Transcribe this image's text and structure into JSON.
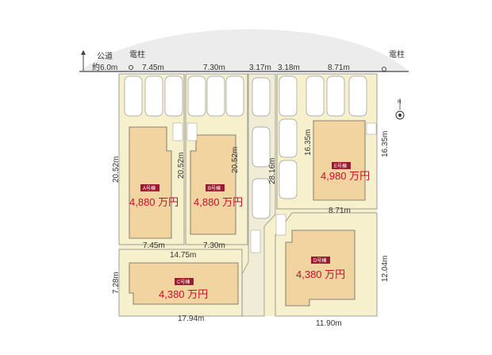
{
  "road": {
    "name": "公道",
    "width": "約6.0m"
  },
  "poles": [
    {
      "label": "電柱"
    },
    {
      "label": "電柱"
    }
  ],
  "compass": {
    "north": "N"
  },
  "lots": [
    {
      "id": "A",
      "tag": "A号棟",
      "price": "4,880 万円"
    },
    {
      "id": "B",
      "tag": "B号棟",
      "price": "4,880 万円"
    },
    {
      "id": "C",
      "tag": "C号棟",
      "price": "4,380 万円"
    },
    {
      "id": "D",
      "tag": "D号棟",
      "price": "4,380 万円"
    },
    {
      "id": "E",
      "tag": "E号棟",
      "price": "4,980 万円"
    }
  ],
  "dimensions": {
    "a_top": "7.45m",
    "b_top": "7.30m",
    "path_top": "3.17m",
    "e_left_top": "3.18m",
    "e_top": "8.71m",
    "a_left": "20.52m",
    "a_right": "20.52m",
    "b_right": "20.52m",
    "path_len": "28.16m",
    "e_left": "16.35m",
    "e_right": "16.35m",
    "e_bottom": "8.71m",
    "a_bottom": "7.45m",
    "b_bottom": "7.30m",
    "c_top": "14.75m",
    "c_left": "7.28m",
    "c_bottom": "17.94m",
    "d_right": "12.04m",
    "d_bottom": "11.90m"
  },
  "colors": {
    "lot": "#f6f0cc",
    "house": "#f2d4a0",
    "price": "#c8102e",
    "tag": "#9b1b30",
    "outline": "#666666"
  }
}
